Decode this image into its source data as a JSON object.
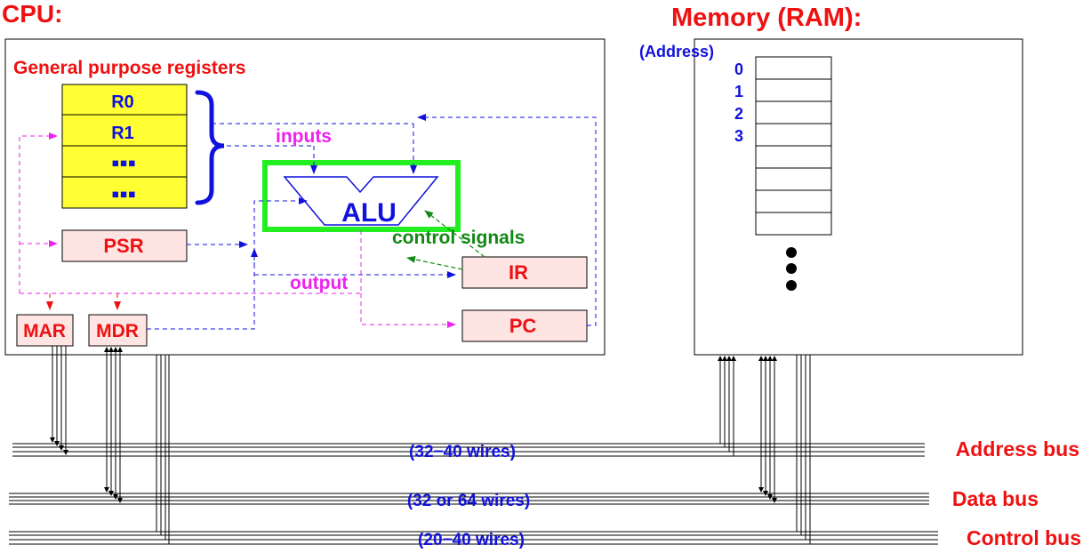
{
  "cpu": {
    "title": "CPU:",
    "gpr_label": "General purpose registers",
    "registers": [
      "R0",
      "R1",
      "▪▪▪",
      "▪▪▪"
    ],
    "psr": "PSR",
    "mar": "MAR",
    "mdr": "MDR",
    "ir": "IR",
    "pc": "PC",
    "alu": "ALU",
    "inputs_label": "inputs",
    "output_label": "output",
    "control_label": "control signals"
  },
  "memory": {
    "title": "Memory (RAM):",
    "address_label": "(Address)",
    "addresses": [
      "0",
      "1",
      "2",
      "3"
    ],
    "ellipsis_dots": 3
  },
  "buses": [
    {
      "name": "Address bus",
      "wires": "(32−40 wires)"
    },
    {
      "name": "Data bus",
      "wires": "(32 or 64 wires)"
    },
    {
      "name": "Control bus",
      "wires": "(20−40 wires)"
    }
  ],
  "colors": {
    "red": "#ee1111",
    "blue": "#1111dd",
    "magenta": "#ee22ee",
    "green": "#118811",
    "alu_frame": "#22ee22",
    "register_fill": "#ffff33",
    "box_fill": "#ffe4e4"
  }
}
